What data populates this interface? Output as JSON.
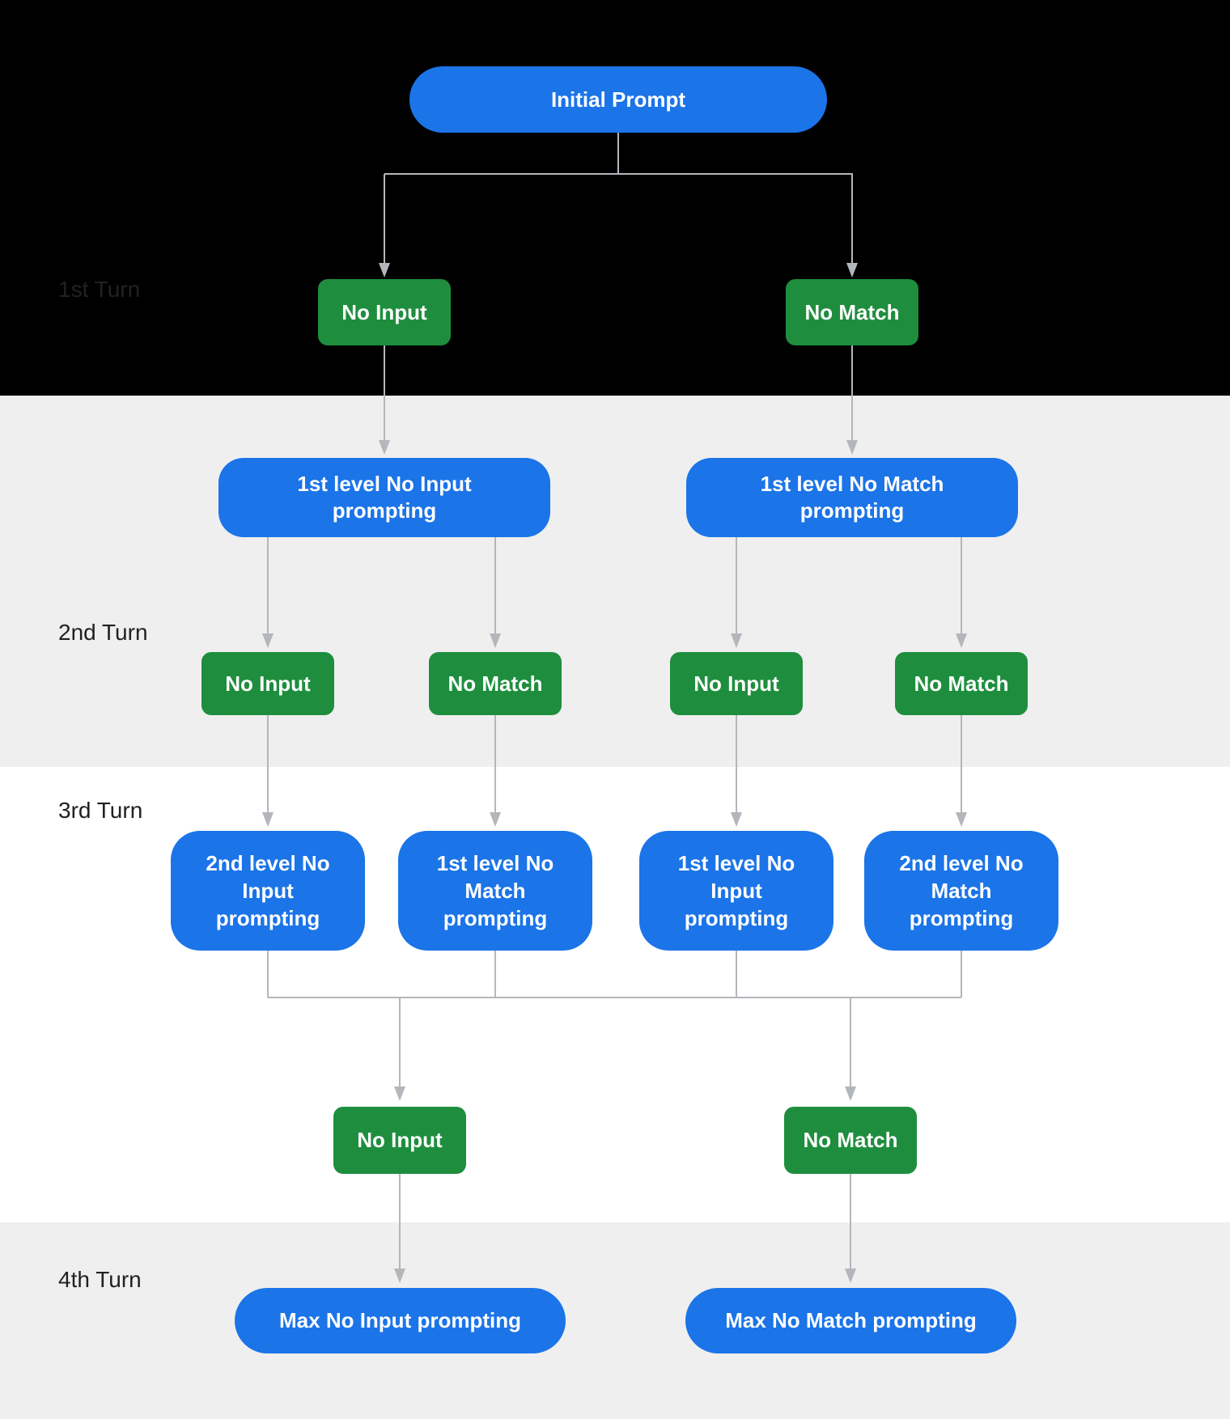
{
  "colors": {
    "blue": "#1b74e8",
    "green": "#1e8e3e",
    "line": "#b3b7bb",
    "band": "#efefef",
    "label": "#202124",
    "black": "#000000",
    "white": "#ffffff"
  },
  "turns": [
    {
      "label": "1st Turn"
    },
    {
      "label": "2nd Turn"
    },
    {
      "label": "3rd Turn"
    },
    {
      "label": "4th Turn"
    }
  ],
  "nodes": {
    "initial": {
      "label": "Initial Prompt"
    },
    "turn1": [
      {
        "label": "No Input"
      },
      {
        "label": "No Match"
      }
    ],
    "turn2_prompts": [
      {
        "label": "1st level No Input\nprompting"
      },
      {
        "label": "1st level No Match\nprompting"
      }
    ],
    "turn2_events": [
      {
        "label": "No Input"
      },
      {
        "label": "No Match"
      },
      {
        "label": "No Input"
      },
      {
        "label": "No Match"
      }
    ],
    "turn3_prompts": [
      {
        "label": "2nd level No\nInput\nprompting"
      },
      {
        "label": "1st level No\nMatch\nprompting"
      },
      {
        "label": "1st level No\nInput\nprompting"
      },
      {
        "label": "2nd level No\nMatch\nprompting"
      }
    ],
    "turn3_events": [
      {
        "label": "No Input"
      },
      {
        "label": "No Match"
      }
    ],
    "turn4_prompts": [
      {
        "label": "Max No Input prompting"
      },
      {
        "label": "Max No Match prompting"
      }
    ]
  }
}
